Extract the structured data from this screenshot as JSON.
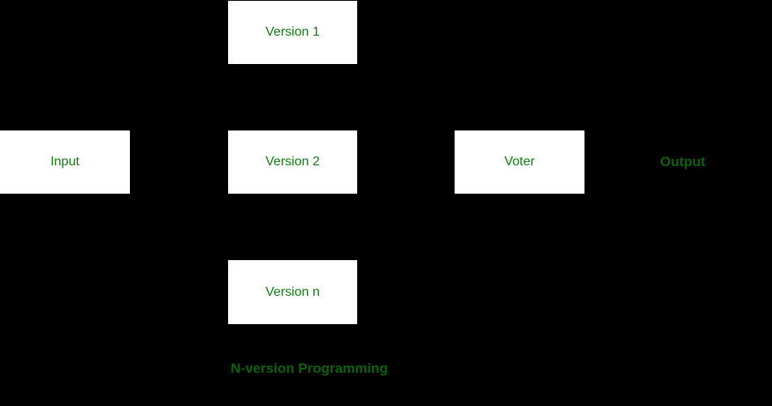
{
  "diagram": {
    "title": "N-version Programming",
    "caption": "N-version Programming",
    "nodes": {
      "version1": {
        "label": "Version 1"
      },
      "input": {
        "label": "Input"
      },
      "version2": {
        "label": "Version 2"
      },
      "voter": {
        "label": "Voter"
      },
      "version_n": {
        "label": "Version n"
      },
      "output": {
        "label": "Output"
      }
    },
    "colors": {
      "background": "#000000",
      "node_fill": "#ffffff",
      "node_text_green": "#0e7e0e",
      "accent_text_green": "#0a620a"
    }
  }
}
